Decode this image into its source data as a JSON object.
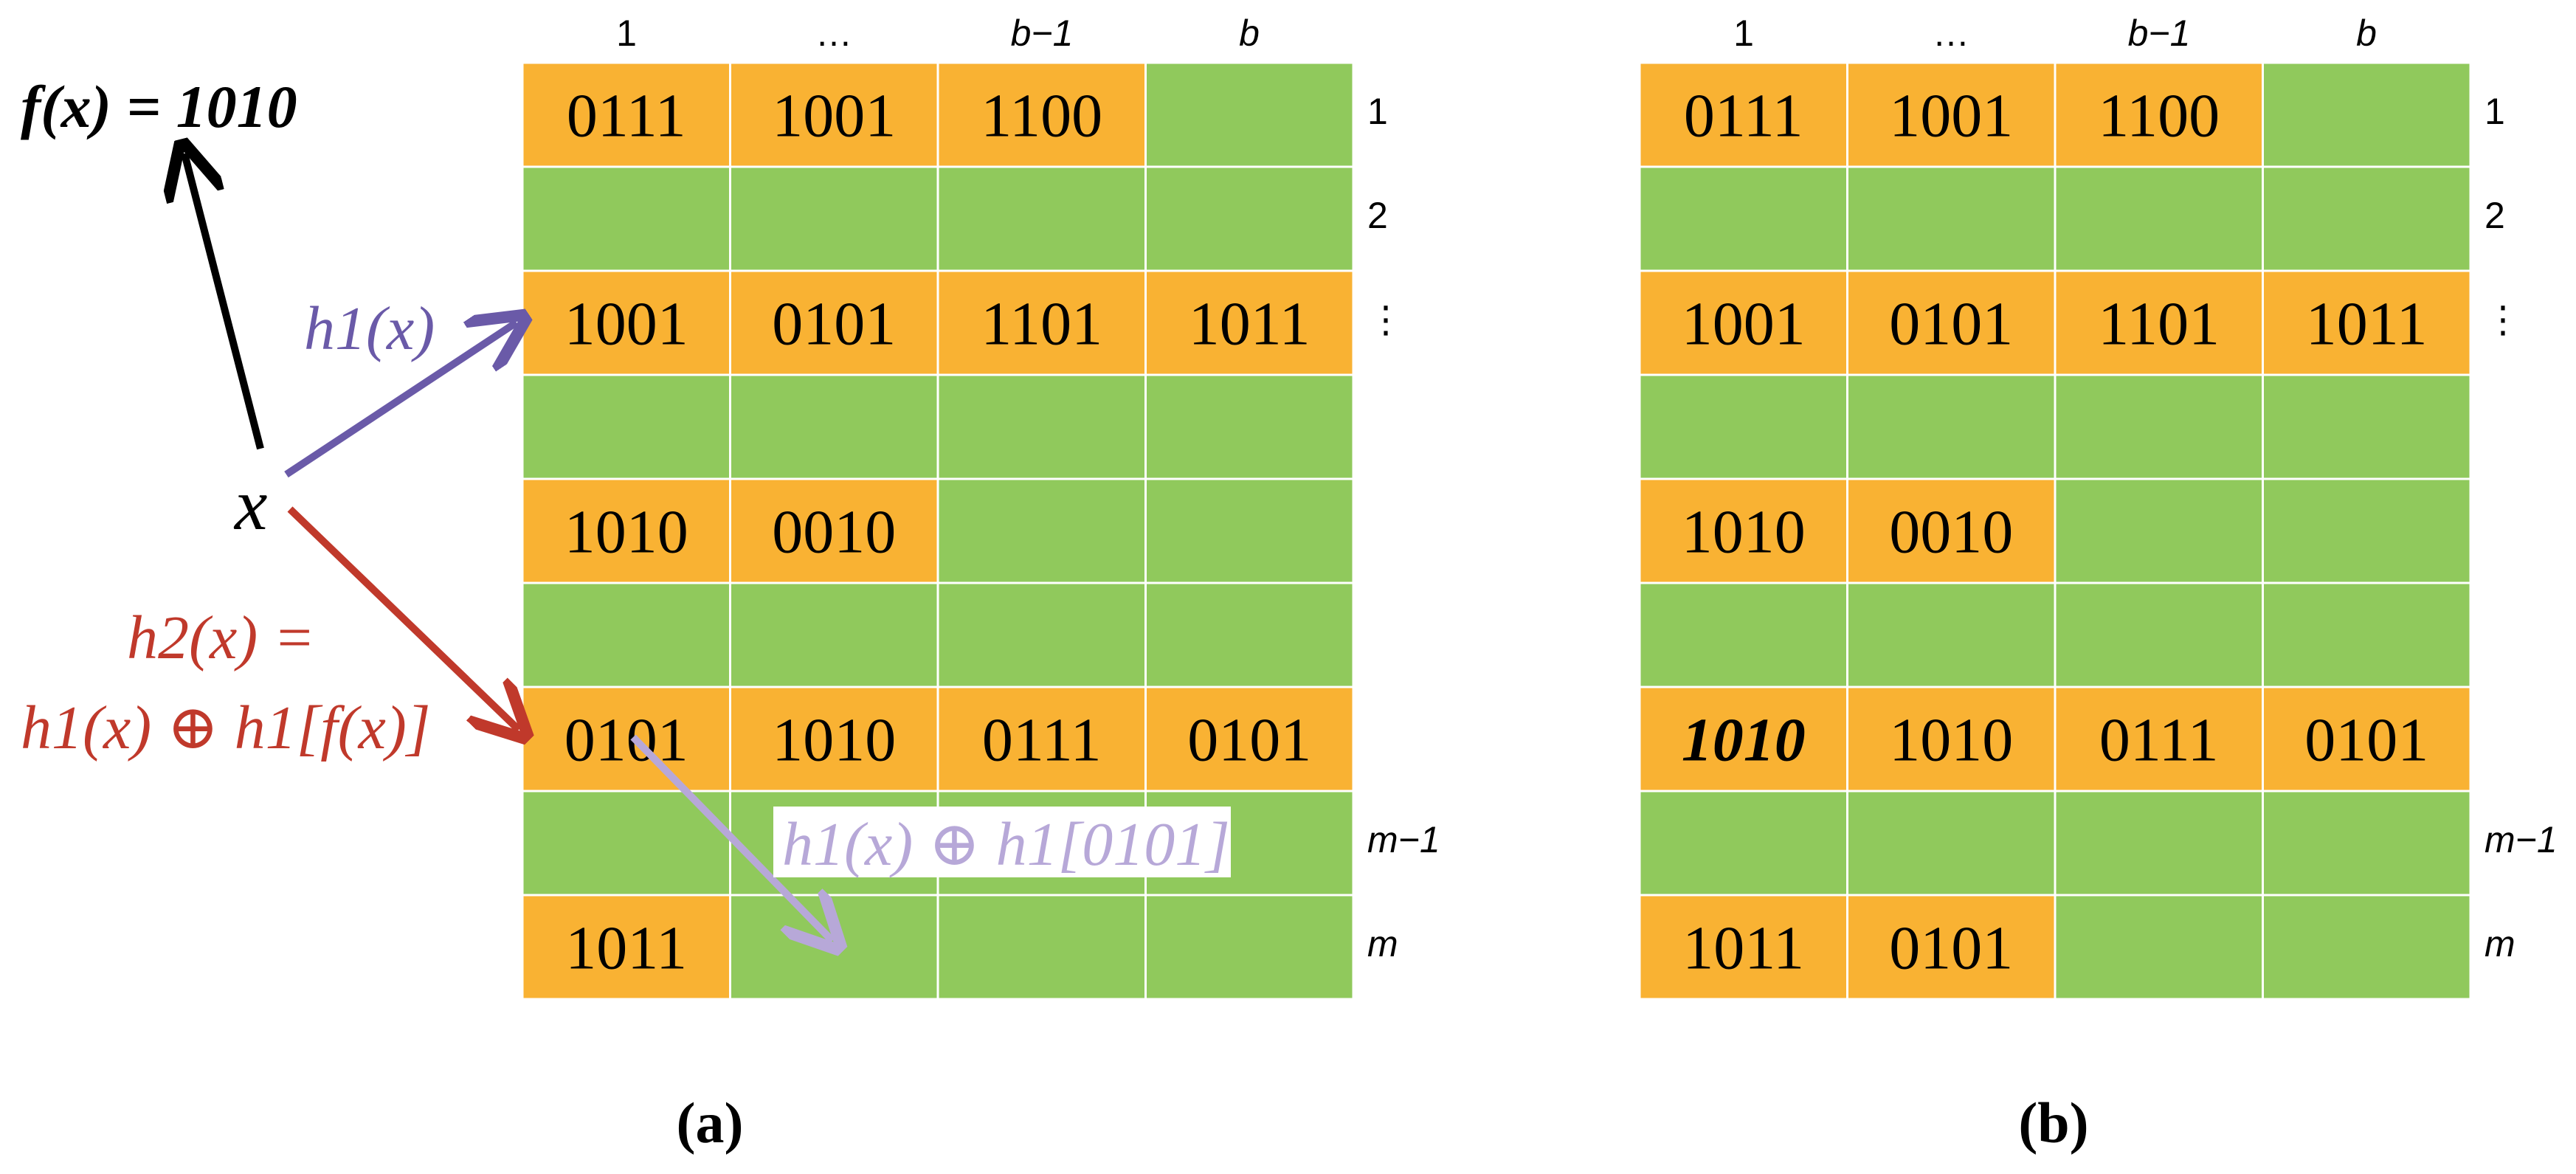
{
  "colors": {
    "filled": "#F9B233",
    "empty": "#90C95C",
    "grid_line": "#ffffff",
    "f_arrow": "#000000",
    "h1_arrow": "#6A5AA8",
    "h2_arrow": "#C0392B",
    "relocate_arrow": "#B7A8D8"
  },
  "column_headers": [
    "1",
    "…",
    "b−1",
    "b"
  ],
  "row_labels": [
    "1",
    "2",
    "⋮",
    "",
    "",
    "",
    "",
    "m−1",
    "m"
  ],
  "panel_a": {
    "label": "(a)",
    "rows": [
      [
        "0111",
        "1001",
        "1100",
        ""
      ],
      [
        "",
        "",
        "",
        ""
      ],
      [
        "1001",
        "0101",
        "1101",
        "1011"
      ],
      [
        "",
        "",
        "",
        ""
      ],
      [
        "1010",
        "0010",
        "",
        ""
      ],
      [
        "",
        "",
        "",
        ""
      ],
      [
        "0101",
        "1010",
        "0111",
        "0101"
      ],
      [
        "",
        "",
        "",
        ""
      ],
      [
        "1011",
        "",
        "",
        ""
      ]
    ]
  },
  "panel_b": {
    "label": "(b)",
    "rows": [
      [
        "0111",
        "1001",
        "1100",
        ""
      ],
      [
        "",
        "",
        "",
        ""
      ],
      [
        "1001",
        "0101",
        "1101",
        "1011"
      ],
      [
        "",
        "",
        "",
        ""
      ],
      [
        "1010",
        "0010",
        "",
        ""
      ],
      [
        "",
        "",
        "",
        ""
      ],
      [
        "1010",
        "1010",
        "0111",
        "0101"
      ],
      [
        "",
        "",
        "",
        ""
      ],
      [
        "1011",
        "0101",
        "",
        ""
      ]
    ],
    "highlight_cell": [
      6,
      0
    ]
  },
  "annotations": {
    "f_of_x": "f(x) = 1010",
    "x": "x",
    "h1": "h1(x)",
    "h2_line1": "h2(x) =",
    "h2_line2": "h1(x) ⊕ h1[f(x)]",
    "relocate": "h1(x) ⊕ h1[0101]"
  }
}
